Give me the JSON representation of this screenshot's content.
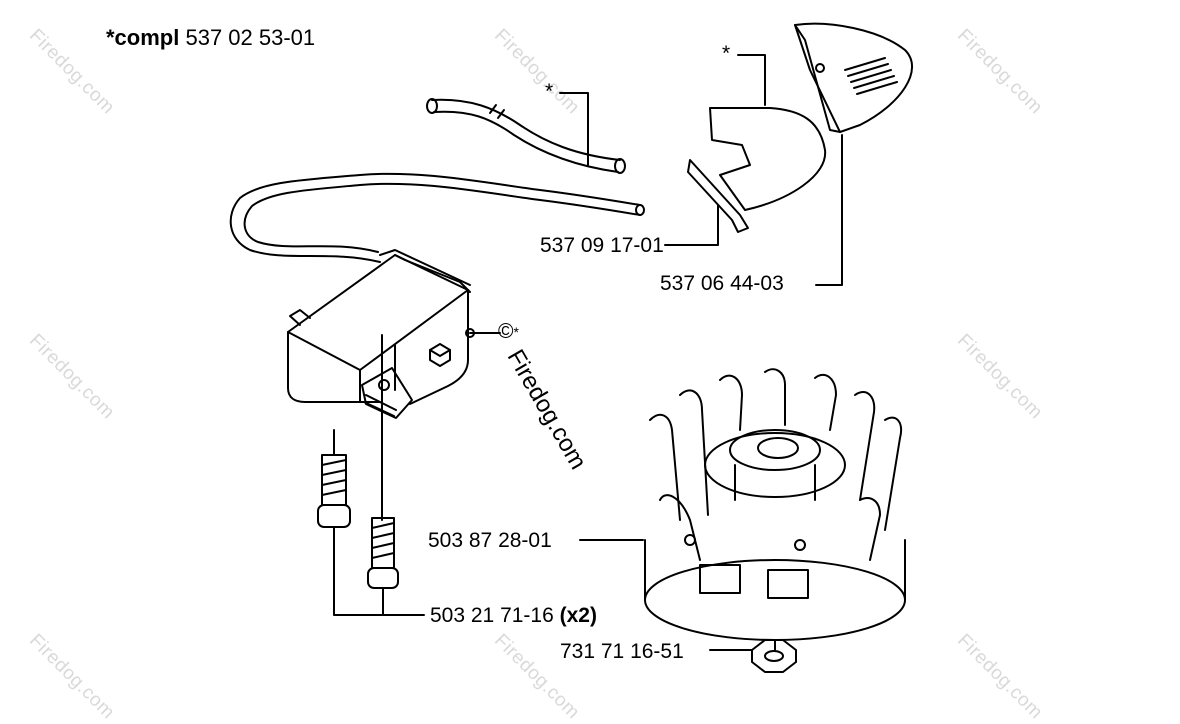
{
  "diagram": {
    "header": {
      "bold": "*compl",
      "number": "537 02 53-01"
    },
    "star": "*",
    "copyright_mark": "©",
    "watermark": "Firedog.com",
    "center_watermark": "Firedog.com",
    "parts": {
      "deflector": "537 09 17-01",
      "cover": "537 06 44-03",
      "flywheel": "503 87 28-01",
      "screws": "503 21 71-16",
      "screws_qty": "(x2)",
      "nut": "731 71 16-51"
    }
  }
}
